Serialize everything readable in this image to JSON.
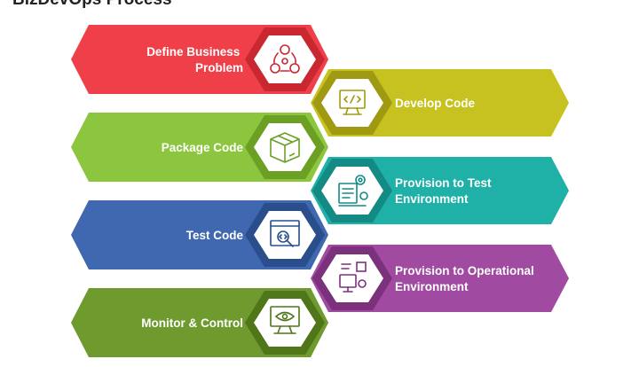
{
  "title": "BizDevOps Process",
  "steps": [
    {
      "label_lines": [
        "Define Business",
        "Problem"
      ],
      "icon": "problem-solving-icon",
      "color": "#ef4049",
      "dark": "#c92830",
      "side": "left"
    },
    {
      "label_lines": [
        "Develop Code"
      ],
      "icon": "code-monitor-icon",
      "color": "#c7c21f",
      "dark": "#9f9a12",
      "side": "right"
    },
    {
      "label_lines": [
        "Package Code"
      ],
      "icon": "package-box-icon",
      "color": "#8cc63f",
      "dark": "#6ca025",
      "side": "left"
    },
    {
      "label_lines": [
        "Provision to Test",
        "Environment"
      ],
      "icon": "test-environment-icon",
      "color": "#1fb0a8",
      "dark": "#138a84",
      "side": "right"
    },
    {
      "label_lines": [
        "Test Code"
      ],
      "icon": "code-inspect-icon",
      "color": "#3f68b0",
      "dark": "#2a4d8c",
      "side": "left"
    },
    {
      "label_lines": [
        "Provision to Operational",
        "Environment"
      ],
      "icon": "operational-environment-icon",
      "color": "#a14aa1",
      "dark": "#7c317c",
      "side": "right"
    },
    {
      "label_lines": [
        "Monitor & Control"
      ],
      "icon": "monitor-eye-icon",
      "color": "#6f9a2e",
      "dark": "#4f7619",
      "side": "left"
    }
  ]
}
